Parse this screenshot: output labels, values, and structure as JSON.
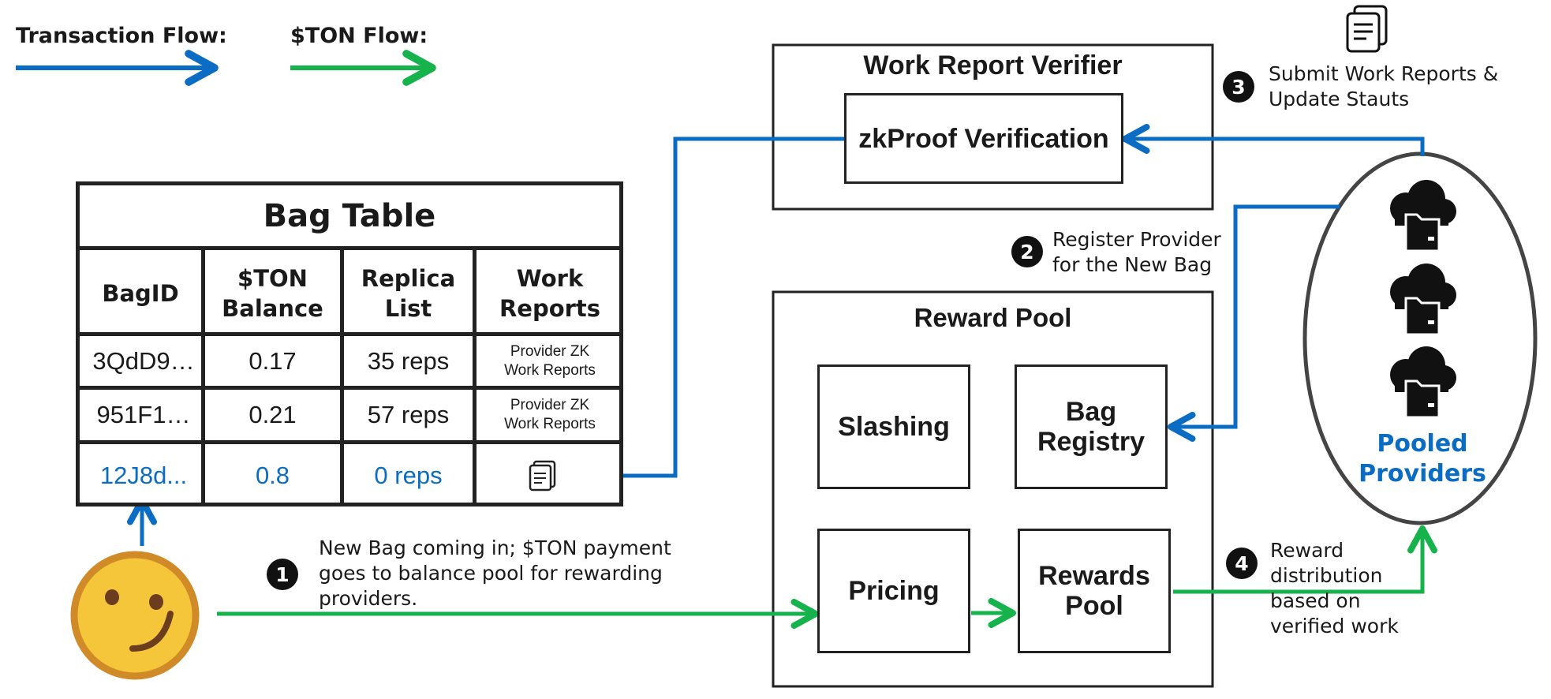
{
  "legend": {
    "transaction_flow": "Transaction Flow:",
    "ton_flow": "$TON Flow:",
    "transaction_color": "#0a6cc2",
    "ton_color": "#16b24b"
  },
  "work_report_verifier": {
    "title": "Work Report Verifier",
    "zk_box": "zkProof Verification"
  },
  "reward_pool": {
    "title": "Reward Pool",
    "slashing": "Slashing",
    "bag_registry": "Bag Registry",
    "pricing": "Pricing",
    "rewards_pool": "Rewards Pool"
  },
  "bag_table": {
    "title": "Bag Table",
    "headers": [
      "BagID",
      "$TON Balance",
      "Replica List",
      "Work Reports"
    ],
    "rows": [
      {
        "bag_id": "3QdD9…",
        "balance": "0.17",
        "replicas": "35 reps",
        "reports": "Provider ZK Work Reports",
        "highlight": false
      },
      {
        "bag_id": "951F1…",
        "balance": "0.21",
        "replicas": "57 reps",
        "reports": "Provider ZK Work Reports",
        "highlight": false
      },
      {
        "bag_id": "12J8d...",
        "balance": "0.8",
        "replicas": "0 reps",
        "reports": "",
        "highlight": true
      }
    ]
  },
  "steps": [
    {
      "num": "1",
      "text": "New Bag coming in; $TON payment goes to balance pool for rewarding providers."
    },
    {
      "num": "2",
      "text": "Register Provider for the New Bag"
    },
    {
      "num": "3",
      "text": "Submit Work Reports & Update Stauts"
    },
    {
      "num": "4",
      "text": "Reward distribution based on verified work"
    }
  ],
  "providers": {
    "label": "Pooled Providers",
    "icon": "cloud-folder-icon"
  },
  "icons": {
    "user": "smiley-face-icon",
    "document": "document-icon"
  }
}
